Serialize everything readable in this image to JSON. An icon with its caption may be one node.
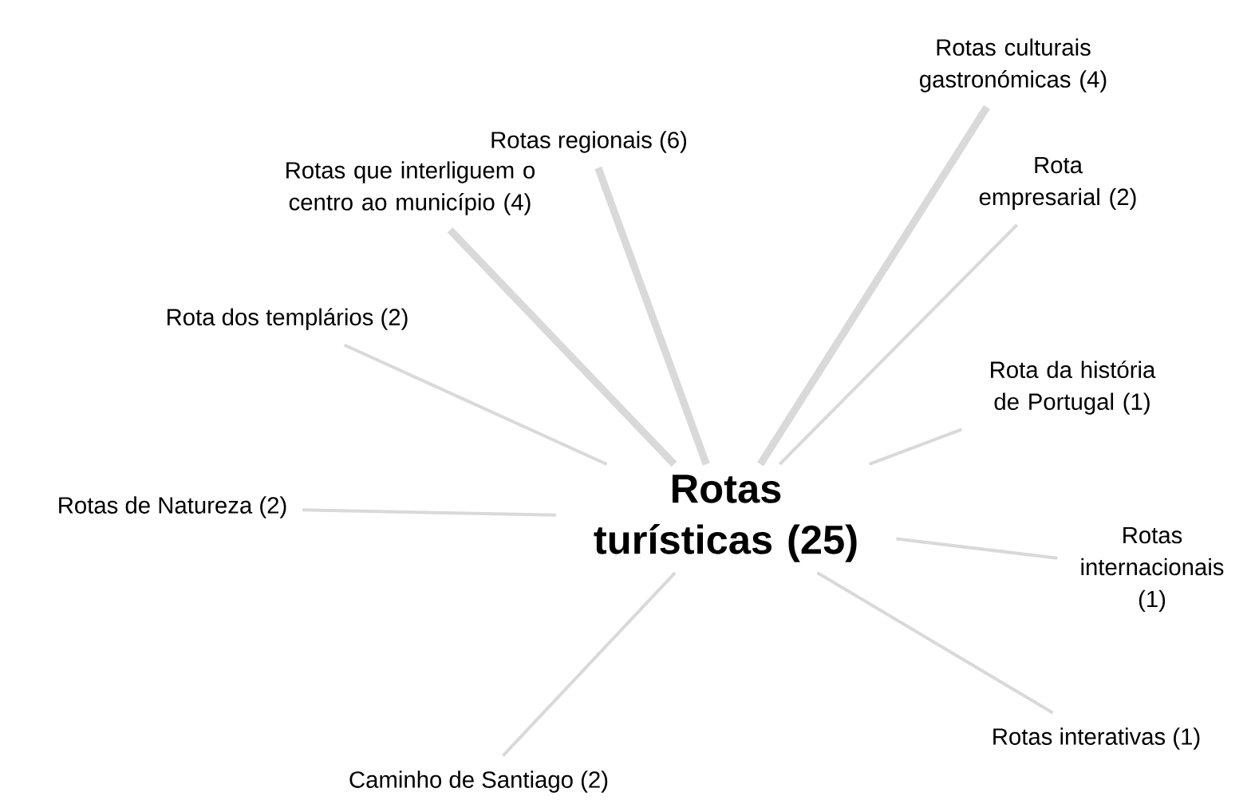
{
  "diagram": {
    "nodes": [
      {
        "text": [
          "Rotas turísticas (25)"
        ]
      },
      {
        "text": [
          "Rotas regionais (6)"
        ]
      },
      {
        "text": [
          "Rotas culturais gastronómicas (4)"
        ]
      },
      {
        "text": [
          "Rotas que interliguem o centro ao município (4)"
        ]
      },
      {
        "text": [
          "Rota empresarial (2)"
        ]
      },
      {
        "text": [
          "Rota dos templários (2)"
        ]
      },
      {
        "text": [
          "Rota da história de Portugal (1)"
        ]
      },
      {
        "text": [
          "Rotas de Natureza (2)"
        ]
      },
      {
        "text": [
          "Rotas internacionais (1)"
        ]
      },
      {
        "text": [
          "Rotas interativas (1)"
        ]
      },
      {
        "text": [
          "Caminho de Santiago (2)"
        ]
      }
    ],
    "edges": [
      {
        "from": 0,
        "to": 1,
        "arrow": "none",
        "style": "thick"
      },
      {
        "from": 0,
        "to": 2,
        "arrow": "none",
        "style": "thick"
      },
      {
        "from": 0,
        "to": 3,
        "arrow": "none",
        "style": "thick"
      },
      {
        "from": 0,
        "to": 4,
        "arrow": "none"
      },
      {
        "from": 0,
        "to": 5,
        "arrow": "none"
      },
      {
        "from": 0,
        "to": 6,
        "arrow": "none"
      },
      {
        "from": 0,
        "to": 7,
        "arrow": "none"
      },
      {
        "from": 0,
        "to": 8,
        "arrow": "none"
      },
      {
        "from": 0,
        "to": 9,
        "arrow": "none"
      },
      {
        "from": 0,
        "to": 10,
        "arrow": "none"
      }
    ]
  }
}
